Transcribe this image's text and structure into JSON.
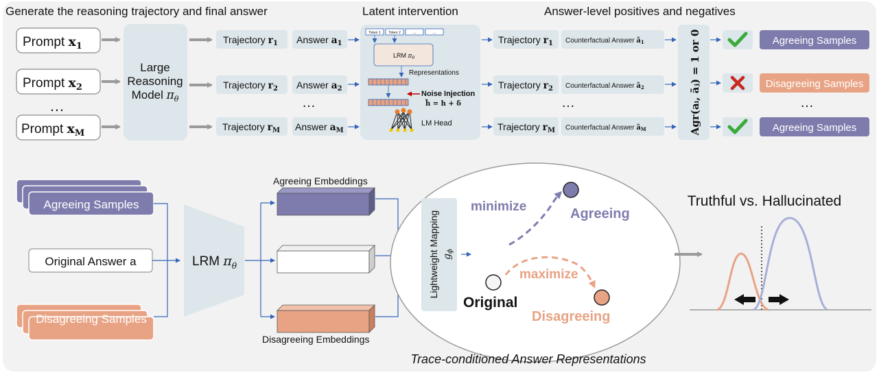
{
  "colors": {
    "panel": "#f2f2f2",
    "block": "#dde6ea",
    "agree": "#7e7cad",
    "disagree": "#e8a384",
    "arrow": "#9a9a9a",
    "blue": "#3465b8",
    "check": "#3aaa3a",
    "cross": "#c8281e",
    "noise": "#c00000"
  },
  "top": {
    "section1_title": "Generate the reasoning trajectory and final answer",
    "section2_title": "Latent intervention",
    "section3_title": "Answer-level positives and negatives",
    "prompts": [
      {
        "label": "Prompt ",
        "var": "x",
        "sub": "1"
      },
      {
        "label": "Prompt ",
        "var": "x",
        "sub": "2"
      },
      {
        "label": "Prompt ",
        "var": "x",
        "sub": "M"
      }
    ],
    "prompt_ellipsis": "…",
    "lrm_line1": "Large",
    "lrm_line2": "Reasoning",
    "lrm_line3": "Model ",
    "lrm_symbol": "π",
    "lrm_symbol_sub": "θ",
    "trajectory_label": "Trajectory ",
    "trajectory_var": "r",
    "answer_label": "Answer ",
    "answer_var": "a",
    "row_subs": [
      "1",
      "2",
      "M"
    ],
    "middle_ellipsis": "…",
    "latent": {
      "tokens": [
        "Token 1",
        "Token 2",
        "…",
        "…"
      ],
      "lrm_box": "LRM ",
      "lrm_box_symbol": "π",
      "lrm_box_sub": "θ",
      "representations": "Representations",
      "noise_title": "Noise Injection",
      "noise_formula": "h̃ = h + δ",
      "lm_head": "LM Head"
    },
    "counterfactual_label": "Counterfactual Answer ",
    "counterfactual_var": "ã",
    "right_ellipsis": "…",
    "agr_formula": "Agr(aᵢ, ãⱼ) = 1 or 0",
    "results": [
      {
        "icon": "check",
        "label": "Agreeing Samples",
        "kind": "agree"
      },
      {
        "icon": "cross",
        "label": "Disagreeing Samples",
        "kind": "disagree"
      },
      {
        "icon": "check",
        "label": "Agreeing Samples",
        "kind": "agree"
      }
    ]
  },
  "bottom": {
    "agreeing_samples": "Agreeing Samples",
    "original_answer": "Original Answer a",
    "disagreeing_samples": "Disagreeing Samples",
    "lrm_label": "LRM ",
    "lrm_symbol": "π",
    "lrm_sub": "θ",
    "agreeing_embeddings": "Agreeing Embeddings",
    "disagreeing_embeddings": "Disagreeing Embeddings",
    "mapping_label": "Lightweight Mapping",
    "mapping_symbol": "g",
    "mapping_sub": "ϕ",
    "minimize": "minimize",
    "maximize": "maximize",
    "agreeing": "Agreeing",
    "original": "Original",
    "disagreeing": "Disagreeing",
    "ellipse_caption": "Trace-conditioned Answer Representations",
    "truthful_title": "Truthful vs. Hallucinated"
  }
}
